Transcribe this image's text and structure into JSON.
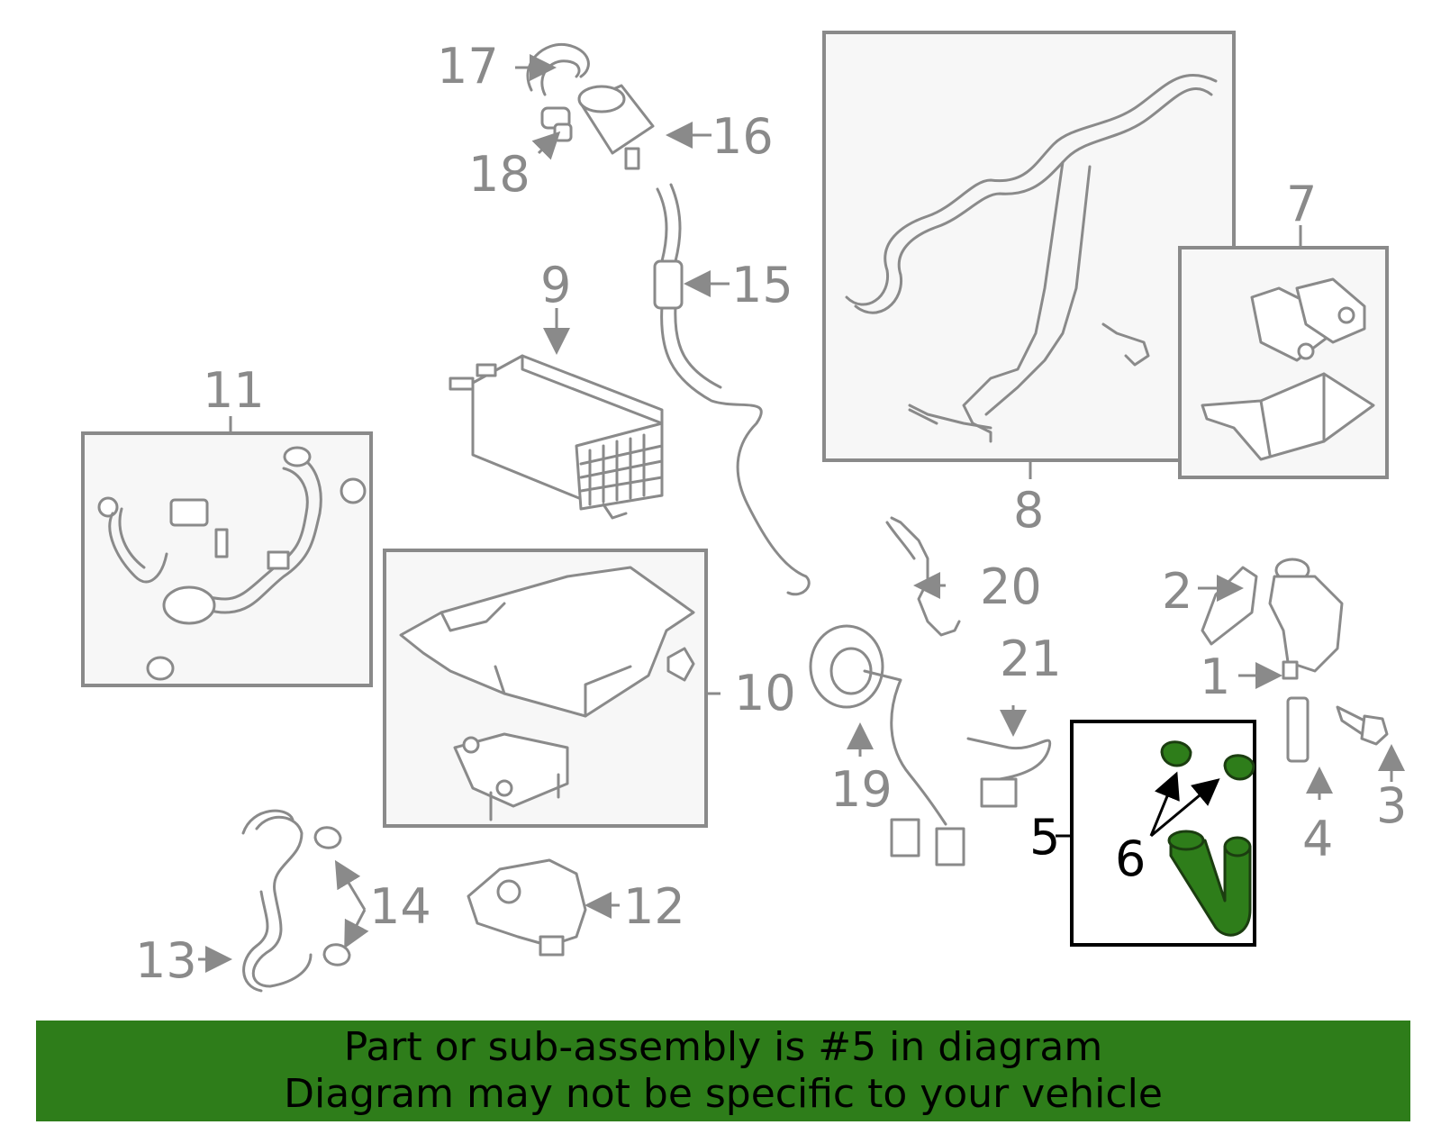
{
  "callouts": [
    "1",
    "2",
    "3",
    "4",
    "5",
    "6",
    "7",
    "8",
    "9",
    "10",
    "11",
    "12",
    "13",
    "14",
    "15",
    "16",
    "17",
    "18",
    "19",
    "20",
    "21"
  ],
  "highlighted_part": "5",
  "banner": {
    "line1": "Part or sub-assembly is #5 in diagram",
    "line2": "Diagram may not be specific to your vehicle"
  },
  "colors": {
    "highlight": "#2e7d1a",
    "linework": "#8a8a8a",
    "highlight_text": "#000000"
  }
}
